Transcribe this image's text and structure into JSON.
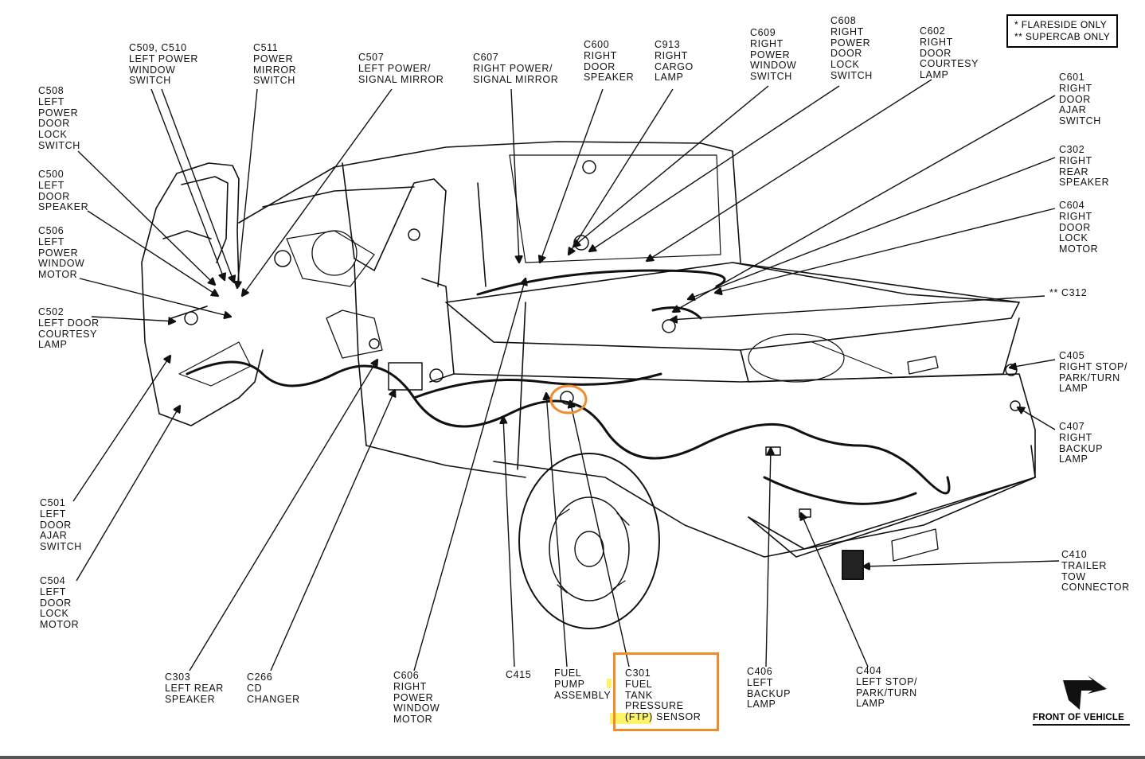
{
  "legend": {
    "flareside": "* FLARESIDE ONLY",
    "supercab": "** SUPERCAB ONLY"
  },
  "orientation_label": "FRONT OF VEHICLE",
  "colors": {
    "highlight_border": "#f08c2c",
    "highlight_marker": "#fff36a",
    "line": "#111111"
  },
  "labels": {
    "c509_c510": "C509, C510\nLEFT POWER\nWINDOW\nSWITCH",
    "c511": "C511\nPOWER\nMIRROR\nSWITCH",
    "c507": "C507\nLEFT POWER/\nSIGNAL MIRROR",
    "c607": "C607\nRIGHT POWER/\nSIGNAL MIRROR",
    "c600": "C600\nRIGHT\nDOOR\nSPEAKER",
    "c913": "C913\nRIGHT\nCARGO\nLAMP",
    "c609": "C609\nRIGHT\nPOWER\nWINDOW\nSWITCH",
    "c608": "C608\nRIGHT\nPOWER\nDOOR\nLOCK\nSWITCH",
    "c602": "C602\nRIGHT\nDOOR\nCOURTESY\nLAMP",
    "c508": "C508\nLEFT\nPOWER\nDOOR\nLOCK\nSWITCH",
    "c500": "C500\nLEFT\nDOOR\nSPEAKER",
    "c506": "C506\nLEFT\nPOWER\nWINDOW\nMOTOR",
    "c502": "C502\nLEFT DOOR\nCOURTESY\nLAMP",
    "c501": "C501\nLEFT\nDOOR\nAJAR\nSWITCH",
    "c504": "C504\nLEFT\nDOOR\nLOCK\nMOTOR",
    "c601": "C601\nRIGHT\nDOOR\nAJAR\nSWITCH",
    "c302": "C302\nRIGHT\nREAR\nSPEAKER",
    "c604": "C604\nRIGHT\nDOOR\nLOCK\nMOTOR",
    "c312": "** C312",
    "c405": "C405\nRIGHT STOP/\nPARK/TURN\nLAMP",
    "c407": "C407\nRIGHT\nBACKUP\nLAMP",
    "c410": "C410\nTRAILER\nTOW\nCONNECTOR",
    "c303": "C303\nLEFT REAR\nSPEAKER",
    "c266": "C266\nCD\nCHANGER",
    "c606": "C606\nRIGHT\nPOWER\nWINDOW\nMOTOR",
    "c415": "C415",
    "fuel_pump": "FUEL\nPUMP\nASSEMBLY",
    "c301": "C301\nFUEL\nTANK\nPRESSURE\n(FTP) SENSOR",
    "c406": "C406\nLEFT\nBACKUP\nLAMP",
    "c404": "C404\nLEFT STOP/\nPARK/TURN\nLAMP"
  }
}
